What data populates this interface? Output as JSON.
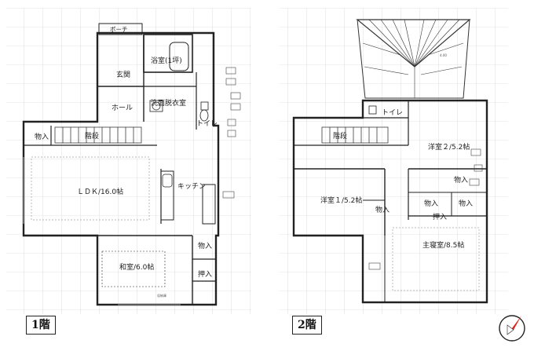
{
  "floor1": {
    "label": "1階",
    "rooms": {
      "porch": "ポーチ",
      "bath": "浴室(1坪)",
      "entrance": "玄関",
      "hall": "ホール",
      "washroom": "洗面脱衣室",
      "toilet": "トイレ",
      "closet_a": "物入",
      "stairs": "階段",
      "ldk": "ＬＤＫ/16.0帖",
      "kitchen": "キッチン",
      "closet_b": "物入",
      "washitsu": "和室/6.0帖",
      "closet_c": "押入",
      "storage_note": "収納庫"
    }
  },
  "floor2": {
    "label": "2階",
    "balcony_dim": "4.00",
    "rooms": {
      "toilet": "トイレ",
      "stairs": "階段",
      "western2": "洋室２/5.2帖",
      "closet_a": "物入",
      "western1": "洋室１/5.2帖",
      "closet_b": "物入",
      "closet_c": "物入",
      "closet_d": "押入",
      "closet_e": "物入",
      "master": "主寝室/8.5帖"
    }
  },
  "compass": {
    "north_color": "#e0201c"
  }
}
